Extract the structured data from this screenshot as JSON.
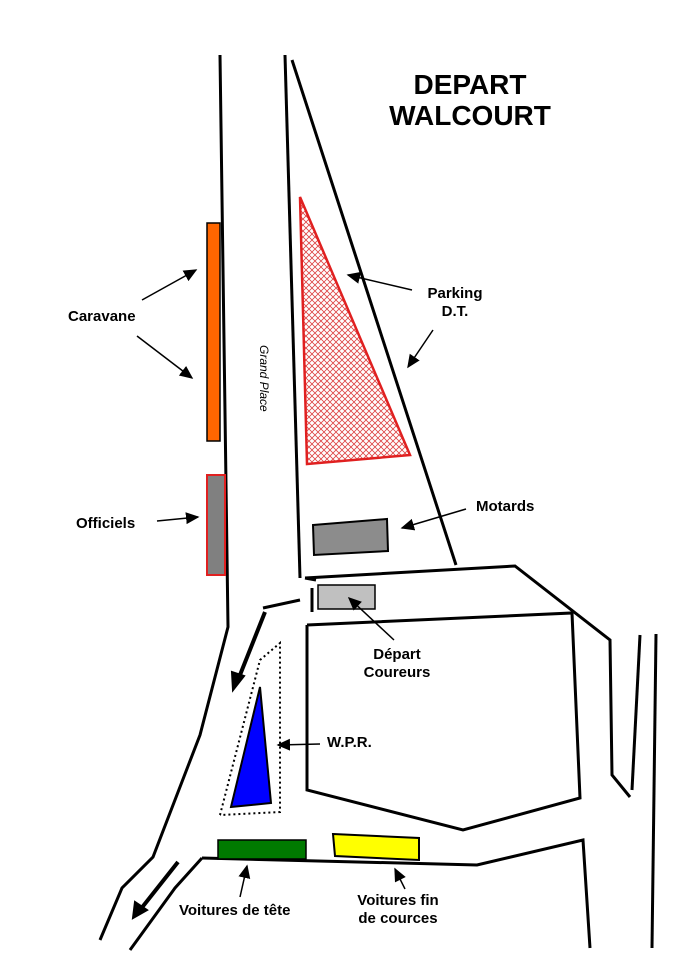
{
  "title": {
    "line1": "DEPART",
    "line2": "WALCOURT"
  },
  "road_name": "Grand Place",
  "labels": {
    "caravane": "Caravane",
    "officiels": "Officiels",
    "parking": {
      "line1": "Parking",
      "line2": "D.T."
    },
    "motards": "Motards",
    "depart_coureurs": {
      "line1": "Départ",
      "line2": "Coureurs"
    },
    "wpr": "W.P.R.",
    "voitures_tete": "Voitures de tête",
    "voitures_fin": {
      "line1": "Voitures fin",
      "line2": "de cources"
    }
  },
  "colors": {
    "caravane": "#ff6600",
    "officiels": "#808080",
    "parking": "#e02020",
    "motards": "#8c8c8c",
    "depart_coureurs": "#c0c0c0",
    "wpr": "#0000ff",
    "voitures_tete": "#007a00",
    "voitures_fin": "#ffff00"
  }
}
